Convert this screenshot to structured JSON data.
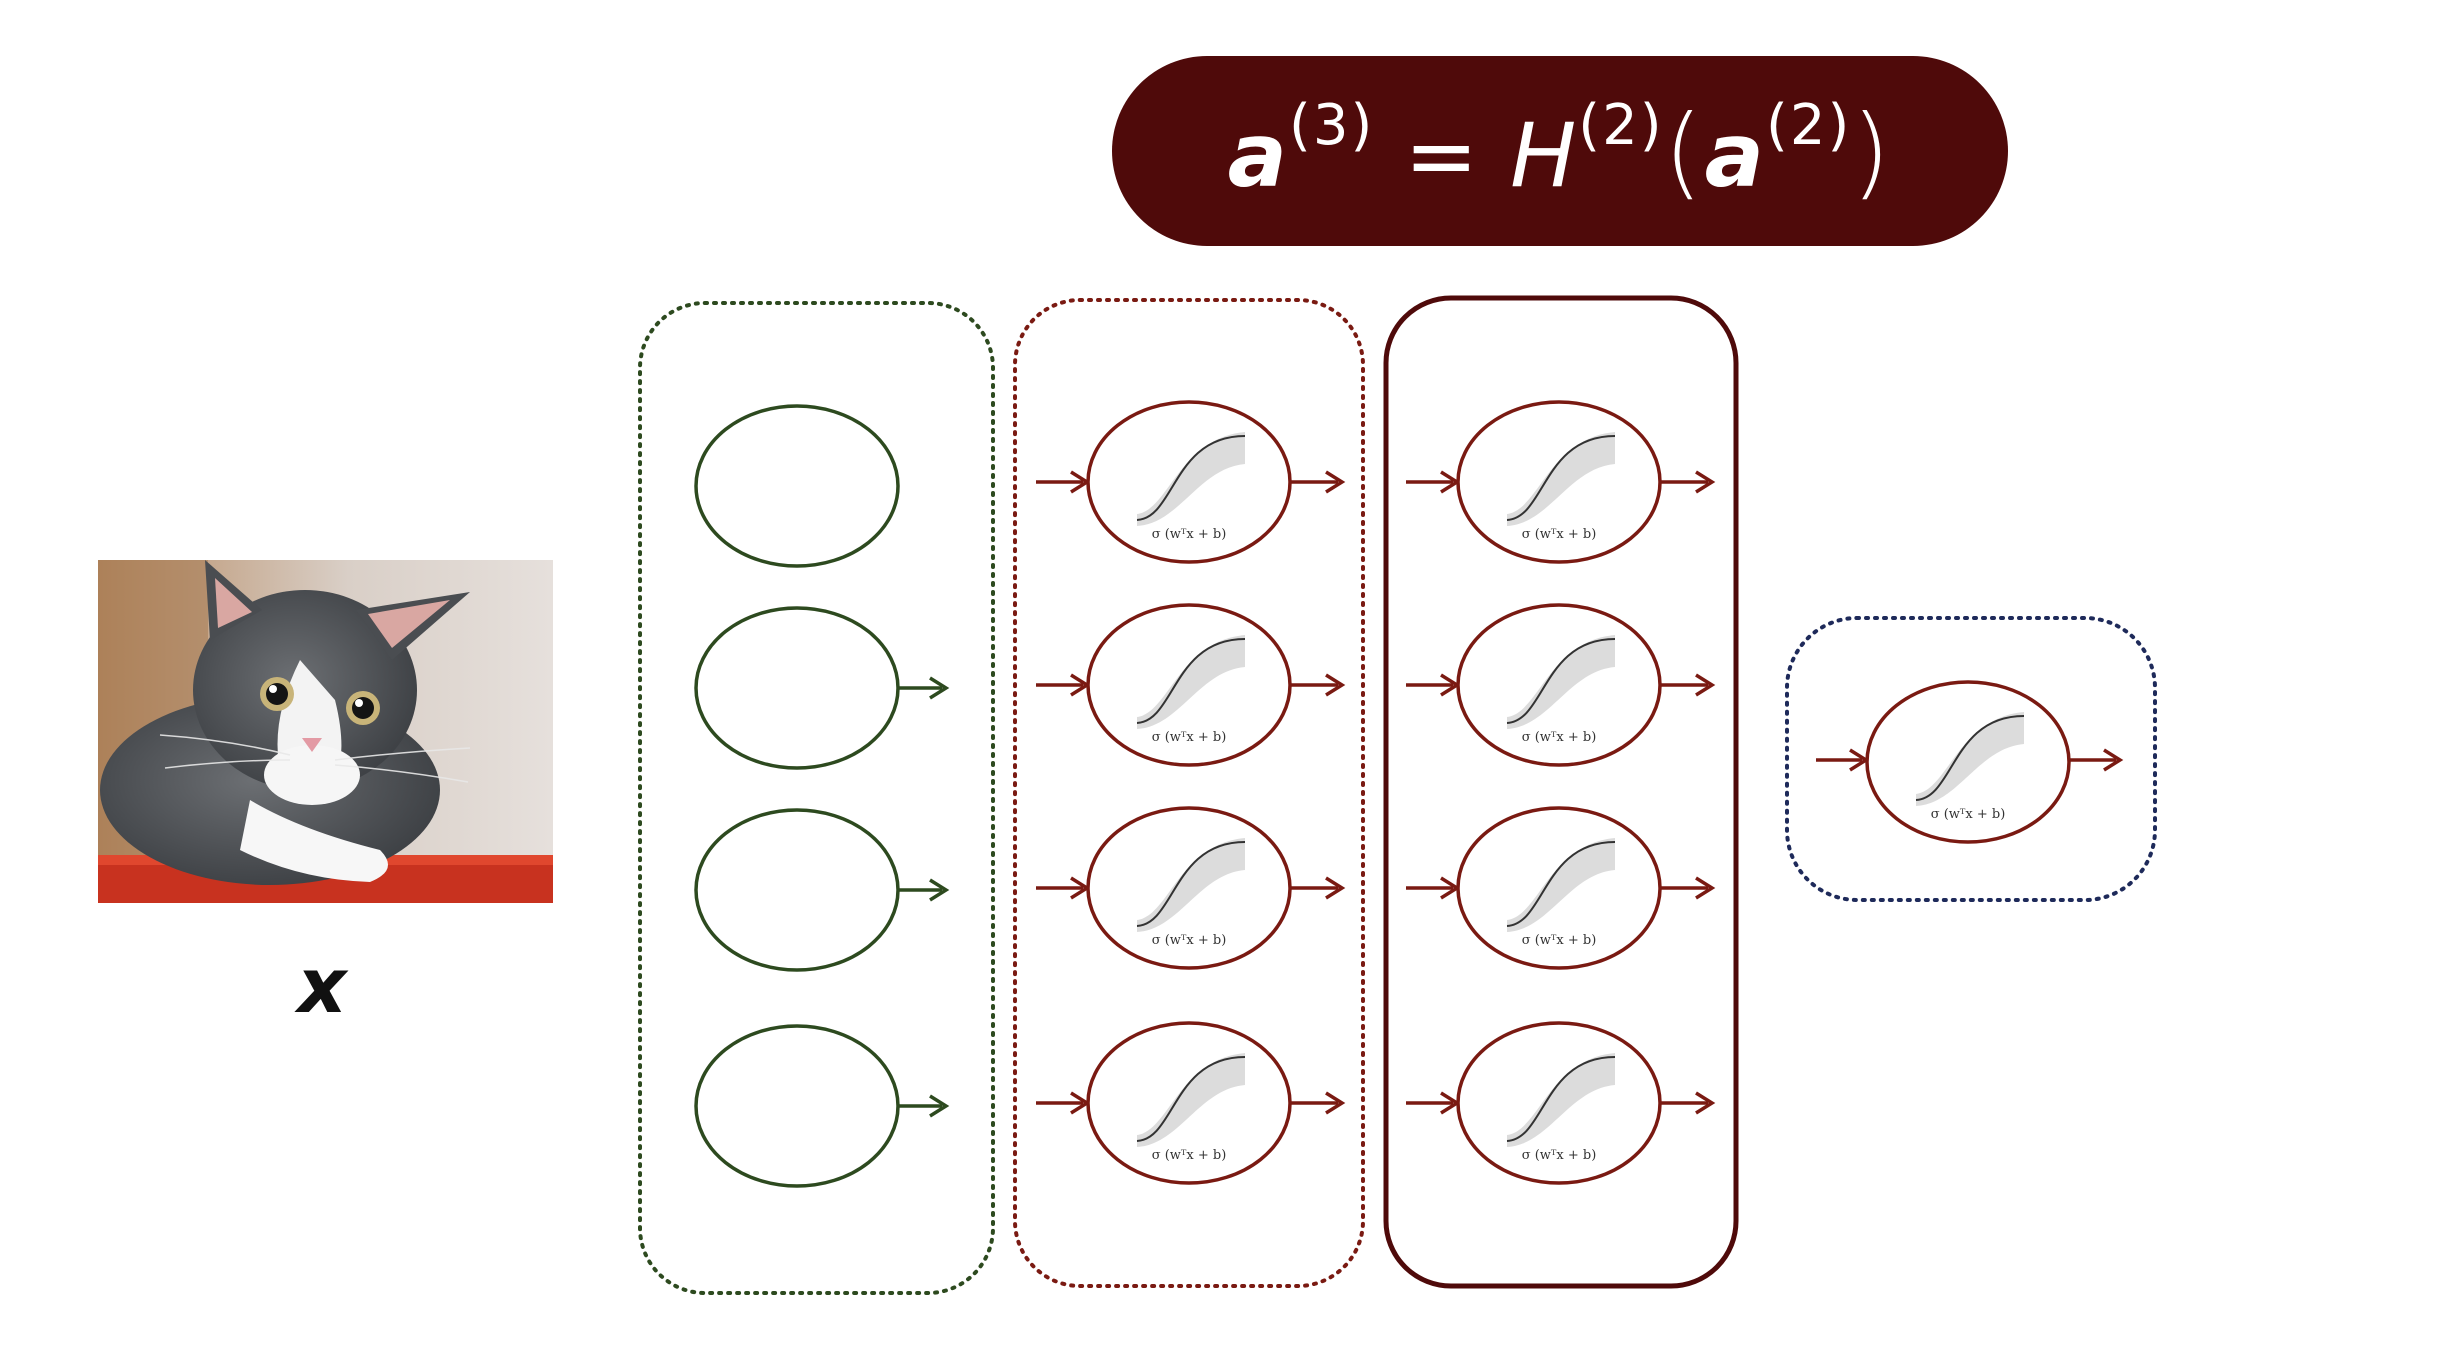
{
  "formula": {
    "lhs": "a",
    "lhs_sup": "(3)",
    "equals": "=",
    "func": "H",
    "func_sup": "(2)",
    "open_paren": "(",
    "arg": "a",
    "arg_sup": "(2)",
    "close_paren": ")"
  },
  "input": {
    "label": "x"
  },
  "neuron_caption": "σ (wᵀx + b)",
  "colors": {
    "formula_bg": "#4f0a0a",
    "input_layer": "#2d4a1f",
    "hidden_layer": "#7a1a12",
    "active_layer": "#4f0a0a",
    "output_layer": "#1e2a5a",
    "arrow": "#7a1a12",
    "band": "#dcdcdc"
  },
  "layers": [
    {
      "kind": "input",
      "style": "dotted",
      "neurons": 4
    },
    {
      "kind": "hidden",
      "style": "dotted",
      "neurons": 4
    },
    {
      "kind": "hidden",
      "style": "solid",
      "neurons": 4
    },
    {
      "kind": "output",
      "style": "dotted",
      "neurons": 1
    }
  ],
  "icons": {
    "input_image": "kitten-photo-icon",
    "activation": "sigmoid-curve-icon"
  }
}
